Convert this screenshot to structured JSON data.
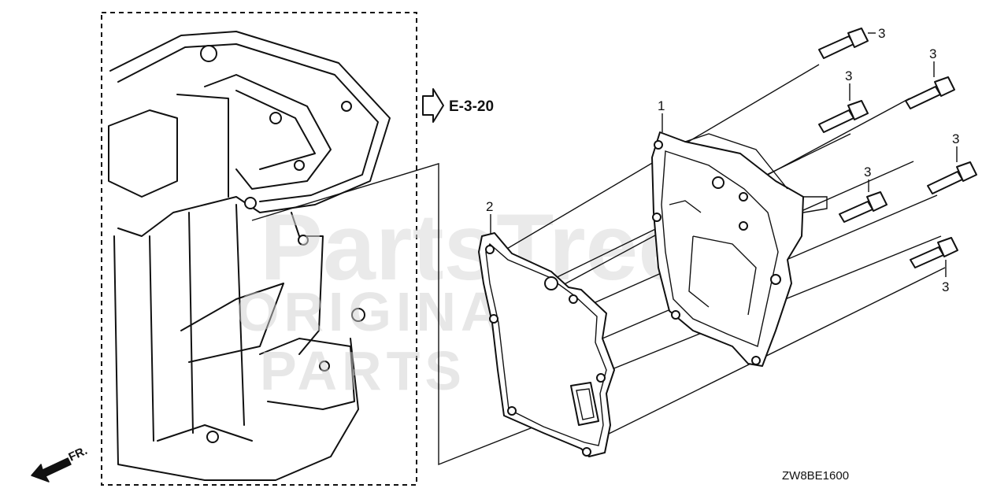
{
  "diagram": {
    "reference": {
      "arrow_icon": "outline-right-arrow-icon",
      "text": "E-3-20"
    },
    "front_indicator": {
      "arrow_icon": "front-direction-arrow-icon",
      "text": "FR."
    },
    "diagram_code": "ZW8BE1600",
    "watermark": {
      "main": "PartsTree",
      "trademark": "™",
      "line1": "ORIGINAL",
      "line2": "PARTS"
    },
    "callouts": {
      "gasket": "2",
      "cover": "1",
      "bolt_1": "3",
      "bolt_2": "3",
      "bolt_3": "3",
      "bolt_4": "3",
      "bolt_5": "3",
      "bolt_6": "3"
    }
  }
}
